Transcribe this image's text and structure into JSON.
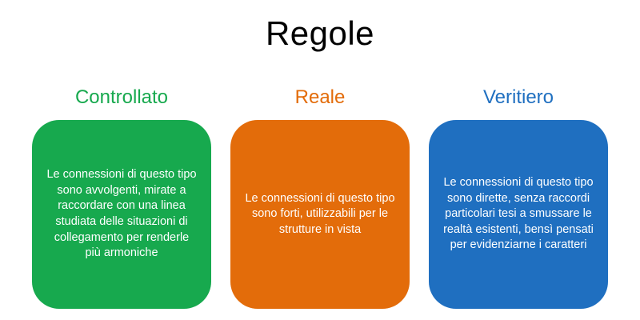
{
  "title": "Regole",
  "colors": {
    "green": "#17a94e",
    "orange": "#e36c0a",
    "blue": "#1f6fc0"
  },
  "columns": [
    {
      "heading": "Controllato",
      "color": "#17a94e",
      "body": "Le connessioni di questo tipo sono avvolgenti, mirate a raccordare con una linea studiata delle situazioni di collegamento per renderle più armoniche"
    },
    {
      "heading": "Reale",
      "color": "#e36c0a",
      "body": "Le connessioni di questo tipo sono forti, utilizzabili per le strutture in vista"
    },
    {
      "heading": "Veritiero",
      "color": "#1f6fc0",
      "body": "Le connessioni di questo tipo sono dirette, senza raccordi particolari tesi a smussare le realtà esistenti, bensì pensati per evidenziarne i caratteri"
    }
  ]
}
